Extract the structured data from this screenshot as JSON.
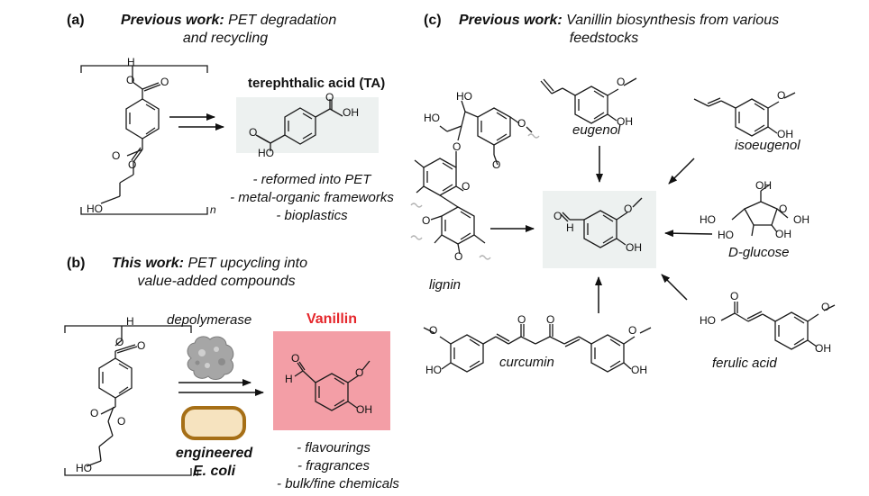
{
  "panel_a": {
    "label": "(a)",
    "title_bold": "Previous work:",
    "title_rest": " PET degradation",
    "title_line2": "and recycling",
    "product_name": "terephthalic acid (TA)",
    "uses": [
      "- reformed into PET",
      "- metal-organic frameworks",
      "- bioplastics"
    ]
  },
  "panel_b": {
    "label": "(b)",
    "title_bold": "This work:",
    "title_rest": " PET upcycling into",
    "title_line2": "value-added compounds",
    "enzyme_label": "depolymerase",
    "organism_line1": "engineered",
    "organism_line2": "E. coli",
    "product_name": "Vanillin",
    "uses": [
      "- flavourings",
      "- fragrances",
      "- bulk/fine chemicals"
    ]
  },
  "panel_c": {
    "label": "(c)",
    "title_bold": "Previous work:",
    "title_rest": " Vanillin biosynthesis from various",
    "title_line2": "feedstocks",
    "feedstocks": [
      "eugenol",
      "isoeugenol",
      "D-glucose",
      "ferulic acid",
      "curcumin",
      "lignin"
    ]
  },
  "atoms": {
    "H": "H",
    "O": "O",
    "OH": "OH",
    "HO": "HO",
    "n": "n"
  },
  "colors": {
    "product_box_tint": "#edf1f0",
    "vanillin_box": "#f39ea6",
    "vanillin_title": "#e5262b",
    "ecoli_fill": "#f6e3bf",
    "ecoli_border": "#a66f16",
    "enzyme_gray": "#a6a6a6"
  }
}
